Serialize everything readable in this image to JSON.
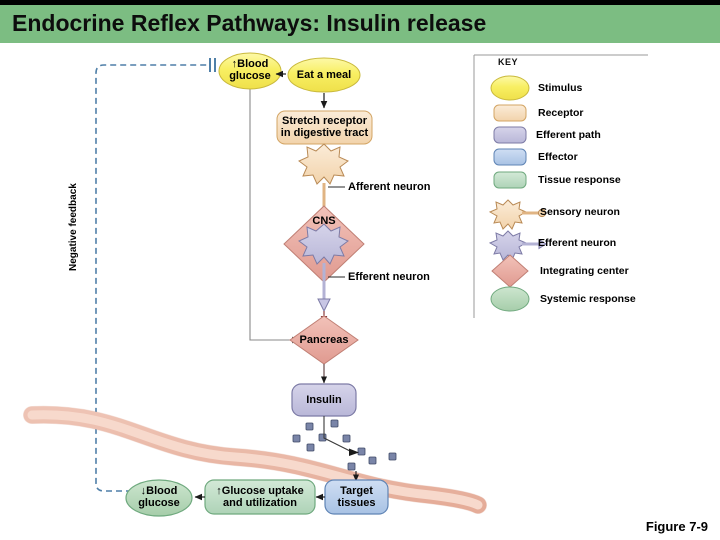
{
  "header": {
    "title": "Endocrine Reflex Pathways: Insulin release"
  },
  "figure": {
    "caption": "Figure 7-9"
  },
  "diagram": {
    "feedback_label": "Negative feedback",
    "nodes": {
      "blood_glucose_up": {
        "line1": "↑Blood",
        "line2": "glucose",
        "shape": "ellipse",
        "color": "#f7ef6a",
        "role": "stimulus"
      },
      "eat_a_meal": {
        "line1": "Eat a meal",
        "shape": "ellipse",
        "color": "#f9f06d",
        "role": "stimulus"
      },
      "stretch_receptor": {
        "line1": "Stretch receptor",
        "line2": "in digestive tract",
        "shape": "rounded-rect",
        "color": "#f6ddbb",
        "role": "receptor"
      },
      "afferent_neuron": {
        "label": "Afferent neuron",
        "shape": "sensory-neuron",
        "color": "#f6d9b0"
      },
      "cns": {
        "label": "CNS",
        "shape": "diamond",
        "color": "#e8a9a0",
        "role": "integrating-center"
      },
      "efferent_neuron": {
        "label": "Efferent neuron",
        "shape": "efferent-neuron",
        "color": "#bfc0e2"
      },
      "pancreas": {
        "label": "Pancreas",
        "shape": "diamond",
        "color": "#e8a9a0",
        "role": "integrating-center"
      },
      "insulin": {
        "label": "Insulin",
        "shape": "rounded-rect",
        "color": "#c5c3e0",
        "role": "efferent-path"
      },
      "target_tissues": {
        "line1": "Target",
        "line2": "tissues",
        "shape": "rounded-rect",
        "color": "#b8cdeb",
        "role": "effector"
      },
      "glucose_uptake": {
        "line1": "↑Glucose uptake",
        "line2": "and utilization",
        "shape": "rounded-rect",
        "color": "#bcdcc4",
        "role": "tissue-response"
      },
      "blood_glucose_down": {
        "line1": "↓Blood",
        "line2": "glucose",
        "shape": "ellipse",
        "color": "#b4d7b7",
        "role": "systemic-response"
      }
    }
  },
  "key": {
    "title": "KEY",
    "items": [
      {
        "label": "Stimulus",
        "swatch": "ellipse",
        "color": "#f7ef6a"
      },
      {
        "label": "Receptor",
        "swatch": "rounded-rect",
        "color": "#f6ddbb"
      },
      {
        "label": "Efferent path",
        "swatch": "rounded-rect",
        "color": "#c5c3e0"
      },
      {
        "label": "Effector",
        "swatch": "rounded-rect",
        "color": "#b8cdeb"
      },
      {
        "label": "Tissue response",
        "swatch": "rounded-rect",
        "color": "#bcdcc4"
      },
      {
        "label": "Sensory neuron",
        "swatch": "sensory-neuron",
        "color": "#f6d9b0"
      },
      {
        "label": "Efferent neuron",
        "swatch": "efferent-neuron",
        "color": "#bfc0e2"
      },
      {
        "label": "Integrating center",
        "swatch": "diamond",
        "color": "#e8a9a0"
      },
      {
        "label": "Systemic response",
        "swatch": "ellipse",
        "color": "#b4d7b7"
      }
    ]
  },
  "colors": {
    "title_band": "#7cbd82",
    "feedback_line": "#4f7fa8",
    "vessel": "#f0b8a8",
    "insulin_molecule": "#7a85a8"
  }
}
